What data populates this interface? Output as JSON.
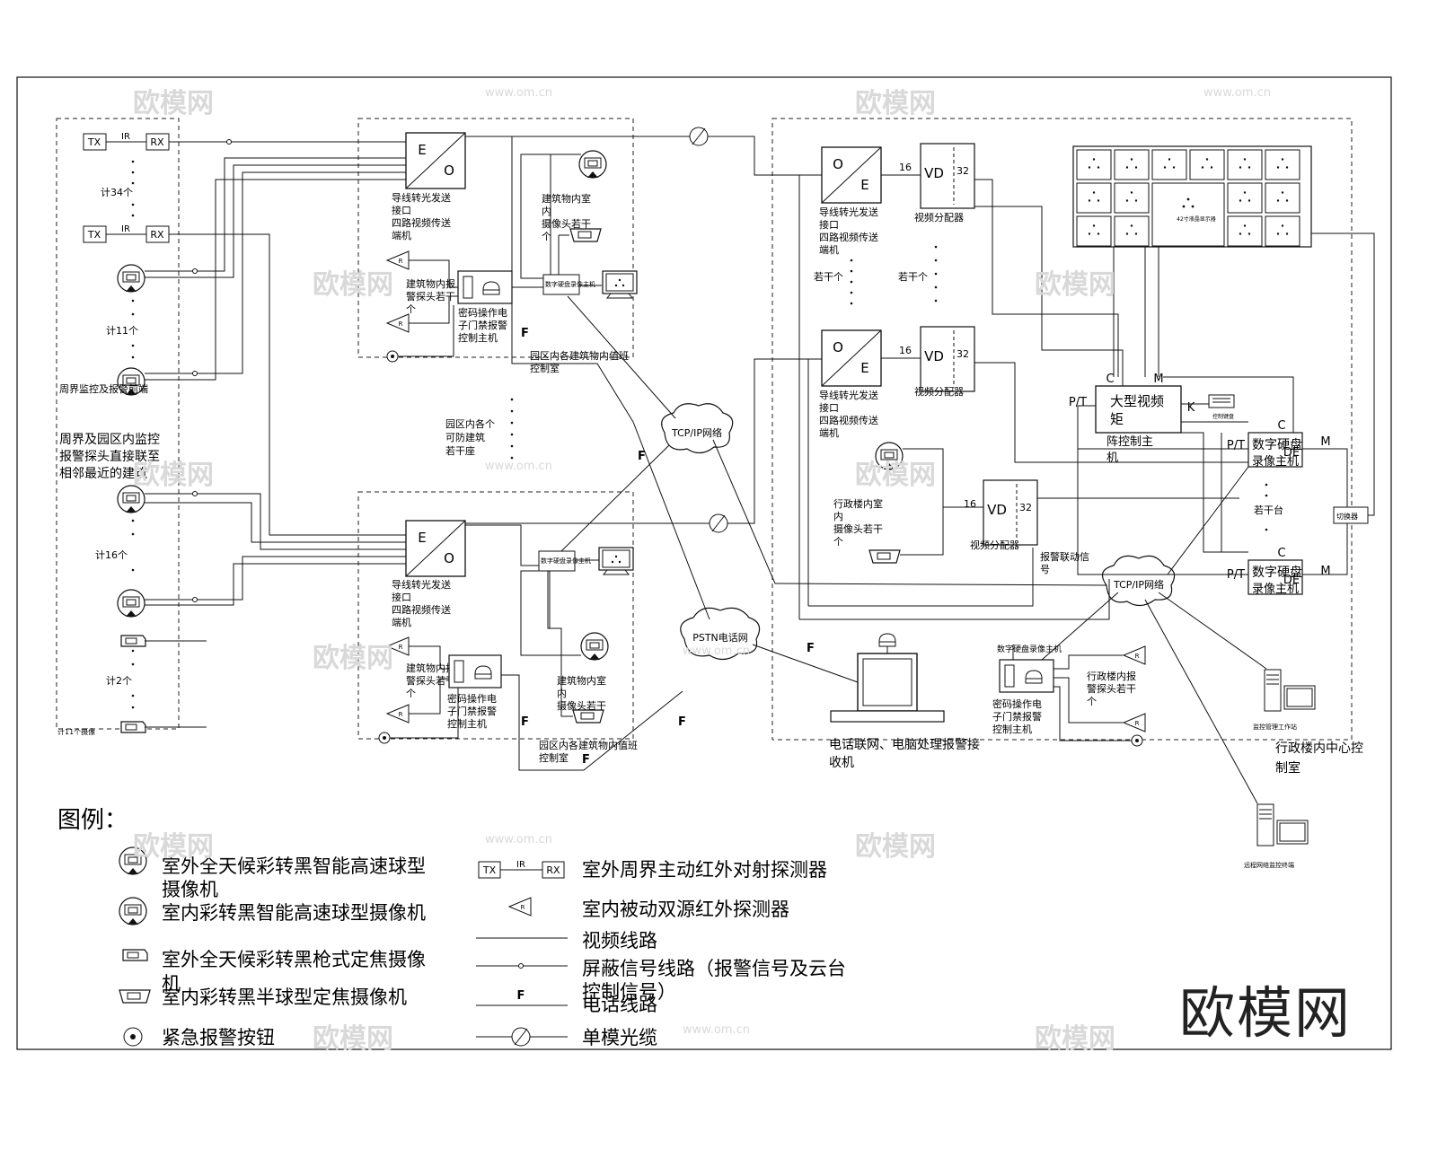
{
  "labels": {
    "tx": "TX",
    "ir": "IR",
    "rx": "RX",
    "e": "E",
    "o": "O",
    "vd": "VD",
    "n16": "16",
    "n32": "32",
    "c": "C",
    "m": "M",
    "pt": "P/T",
    "k": "K",
    "de": "DE",
    "f": "F"
  },
  "left_column": {
    "count_34": "计34个",
    "count_11": "计11个",
    "count_16": "计16个",
    "count_2": "计2个",
    "perimeter_note": "周界监控及报警前端",
    "area_note_1": "周界及园区内监控",
    "area_note_2": "报警探头直接联至",
    "area_note_3": "相邻最近的建筑",
    "bottom_note": "计11个摄像"
  },
  "building": {
    "oe_label_1": "导线转光发送",
    "oe_label_2": "接口",
    "oe_label_3": "四路视频传送",
    "oe_label_4": "端机",
    "indoor_cam_1": "建筑物内室",
    "indoor_cam_2": "内",
    "indoor_cam_3": "摄像头若干",
    "indoor_cam_4": "个",
    "detector_1": "建筑物内报",
    "detector_2": "警探头若干",
    "detector_3": "个",
    "alarm_host_1": "密码操作电",
    "alarm_host_2": "子门禁报警",
    "alarm_host_3": "控制主机",
    "matrix_small": "数字硬盘录像主机",
    "room_1": "园区内各建筑物内值班",
    "room_2": "控制室",
    "middle_1": "园区内各个",
    "middle_2": "可防建筑",
    "middle_3": "若干座"
  },
  "network": {
    "tcpip": "TCP/IP网络",
    "pstn": "PSTN电话网"
  },
  "center": {
    "vd_label": "视频分配器",
    "several": "若干个",
    "matrix_1": "大型视频",
    "matrix_2": "矩",
    "matrix_3": "阵控制主",
    "matrix_4": "机",
    "dvr_1": "数字硬盘",
    "dvr_2": "录像主机",
    "several_2": "若干台",
    "admin_cam_1": "行政楼内室",
    "admin_cam_2": "内",
    "admin_cam_3": "摄像头若干",
    "admin_cam_4": "个",
    "alarm_signal_1": "报警联动信",
    "alarm_signal_2": "号",
    "admin_det_1": "行政楼内报",
    "admin_det_2": "警探头若干",
    "admin_det_3": "个",
    "admin_alarm_1": "密码操作电",
    "admin_alarm_2": "子门禁报警",
    "admin_alarm_3": "控制主机",
    "keyboard": "控制键盘",
    "switcher": "切换器",
    "wall_big": "42寸液晶显示器",
    "phone_1": "电话联网、电脑处理报警接",
    "phone_2": "收机",
    "center_room_1": "行政楼内中心控",
    "center_room_2": "制室",
    "pc1": "监控管理工作站",
    "pc2": "远程网络监控终端"
  },
  "legend": {
    "title": "图例：",
    "item1": "室外全天候彩转黑智能高速球型",
    "item1b": "摄像机",
    "item2": "室内彩转黑智能高速球型摄像机",
    "item3": "室外全天候彩转黑枪式定焦摄像",
    "item3b": "机",
    "item4": "室内彩转黑半球型定焦摄像机",
    "item5": "紧急报警按钮",
    "item6": "室外周界主动红外对射探测器",
    "item7": "室内被动双源红外探测器",
    "item8": "视频线路",
    "item9": "屏蔽信号线路（报警信号及云台",
    "item9b": "控制信号）",
    "item10": "电话线路",
    "item11": "单模光缆"
  },
  "watermarks": {
    "brand_small": "欧模网",
    "url": "www.om.cn"
  },
  "brand": "欧模网"
}
